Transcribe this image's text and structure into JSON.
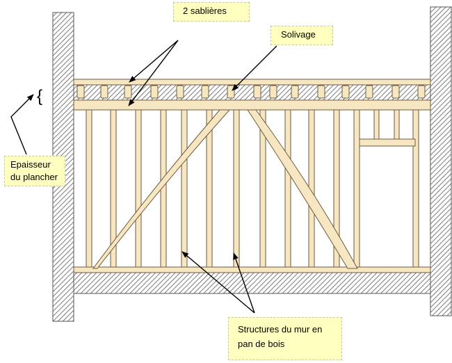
{
  "labels": {
    "sablieres": "2 sablières",
    "solivage": "Solivage",
    "epaisseur_line1": "Epaisseur",
    "epaisseur_line2": "du plancher",
    "structures_line1": "Structures du mur en",
    "structures_line2": "pan de bois"
  },
  "colors": {
    "wood_fill": "#f7e6c2",
    "wood_stroke": "#6e5a3a",
    "wall_hatch": "#7a7a7a",
    "label_fill": "#ffffc0",
    "arrow": "#000000"
  },
  "glyphs": {
    "brace": "{"
  }
}
